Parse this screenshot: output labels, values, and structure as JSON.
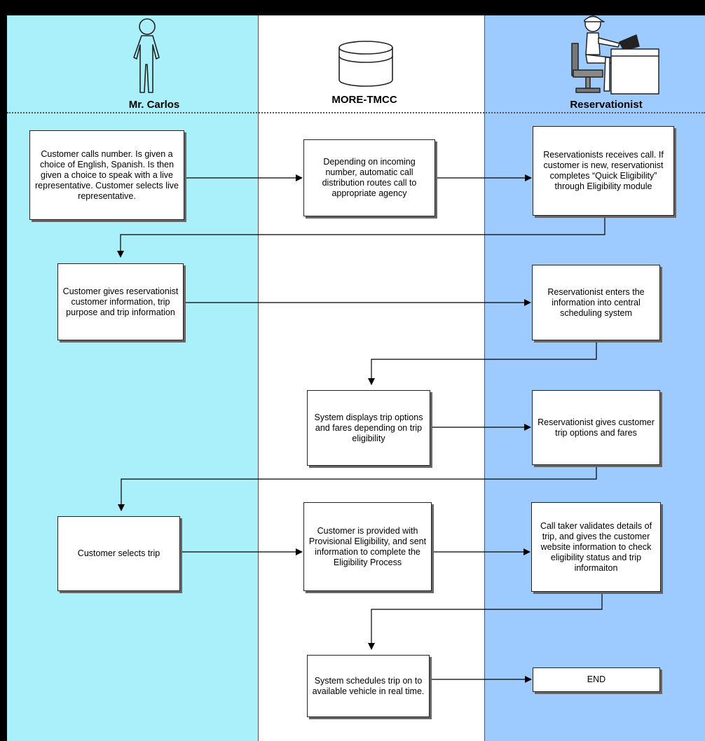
{
  "lanes": {
    "customer": {
      "title": "Mr. Carlos",
      "icon": "person-icon",
      "color": "#aaf0fb"
    },
    "system": {
      "title": "MORE-TMCC",
      "icon": "database-icon",
      "color": "#ffffff"
    },
    "agent": {
      "title": "Reservationist",
      "icon": "reservationist-at-desk-icon",
      "color": "#9ecbff"
    }
  },
  "steps": {
    "call": "Customer calls number. Is given a choice of English, Spanish. Is then given a choice to speak with a live representative. Customer selects live representative.",
    "routing": "Depending on incoming number, automatic call distribution routes call to appropriate agency",
    "receive": "Reservationists receives call. If customer is new, reservationist completes “Quick Eligibility” through Eligibility module",
    "give_info": "Customer gives reservationist customer information, trip purpose and trip information",
    "enter_info": "Reservationist enters the information into central scheduling system",
    "display": "System displays trip options and fares depending on trip eligibility",
    "options": "Reservationist gives customer trip options and fares",
    "select": "Customer selects trip",
    "provisional": "Customer is provided with Provisional Eligibility, and sent information to complete the Eligibility Process",
    "validate": "Call taker validates details of trip, and gives the customer website information to check eligibility status and trip informaiton",
    "schedule": "System schedules trip on to available vehicle in real time.",
    "end": "END"
  }
}
